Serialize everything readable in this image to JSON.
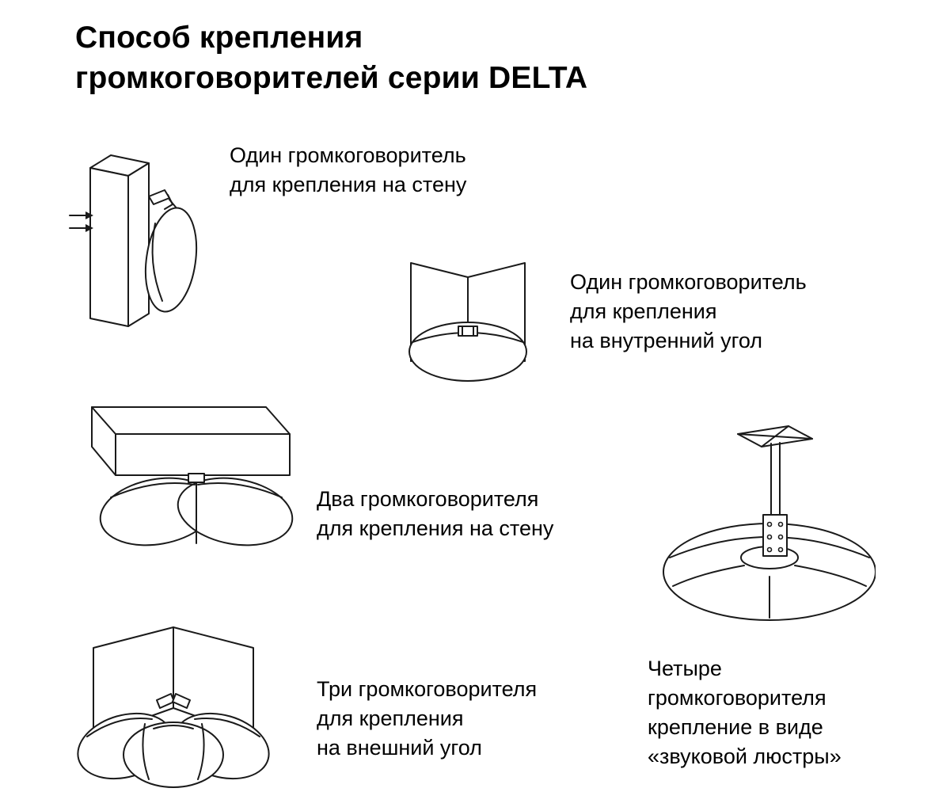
{
  "title": {
    "line1": "Способ крепления",
    "line2": "громкоговорителей серии DELTA"
  },
  "figures": [
    {
      "name": "wall-single-speaker",
      "caption_lines": [
        "Один громкоговоритель",
        "для крепления на стену"
      ]
    },
    {
      "name": "inner-corner-single-speaker",
      "caption_lines": [
        "Один громкоговоритель",
        "для крепления",
        "на внутренний угол"
      ]
    },
    {
      "name": "wall-double-speaker",
      "caption_lines": [
        "Два громкоговорителя",
        "для крепления на стену"
      ]
    },
    {
      "name": "outer-corner-triple-speaker",
      "caption_lines": [
        "Три громкоговорителя",
        "для крепления",
        "на внешний угол"
      ]
    },
    {
      "name": "chandelier-quad-speaker",
      "caption_lines": [
        "Четыре",
        "громкоговорителя",
        "крепление в виде",
        "«звуковой люстры»"
      ]
    }
  ],
  "colors": {
    "background": "#ffffff",
    "line": "#1a1a1a",
    "text": "#000000"
  }
}
